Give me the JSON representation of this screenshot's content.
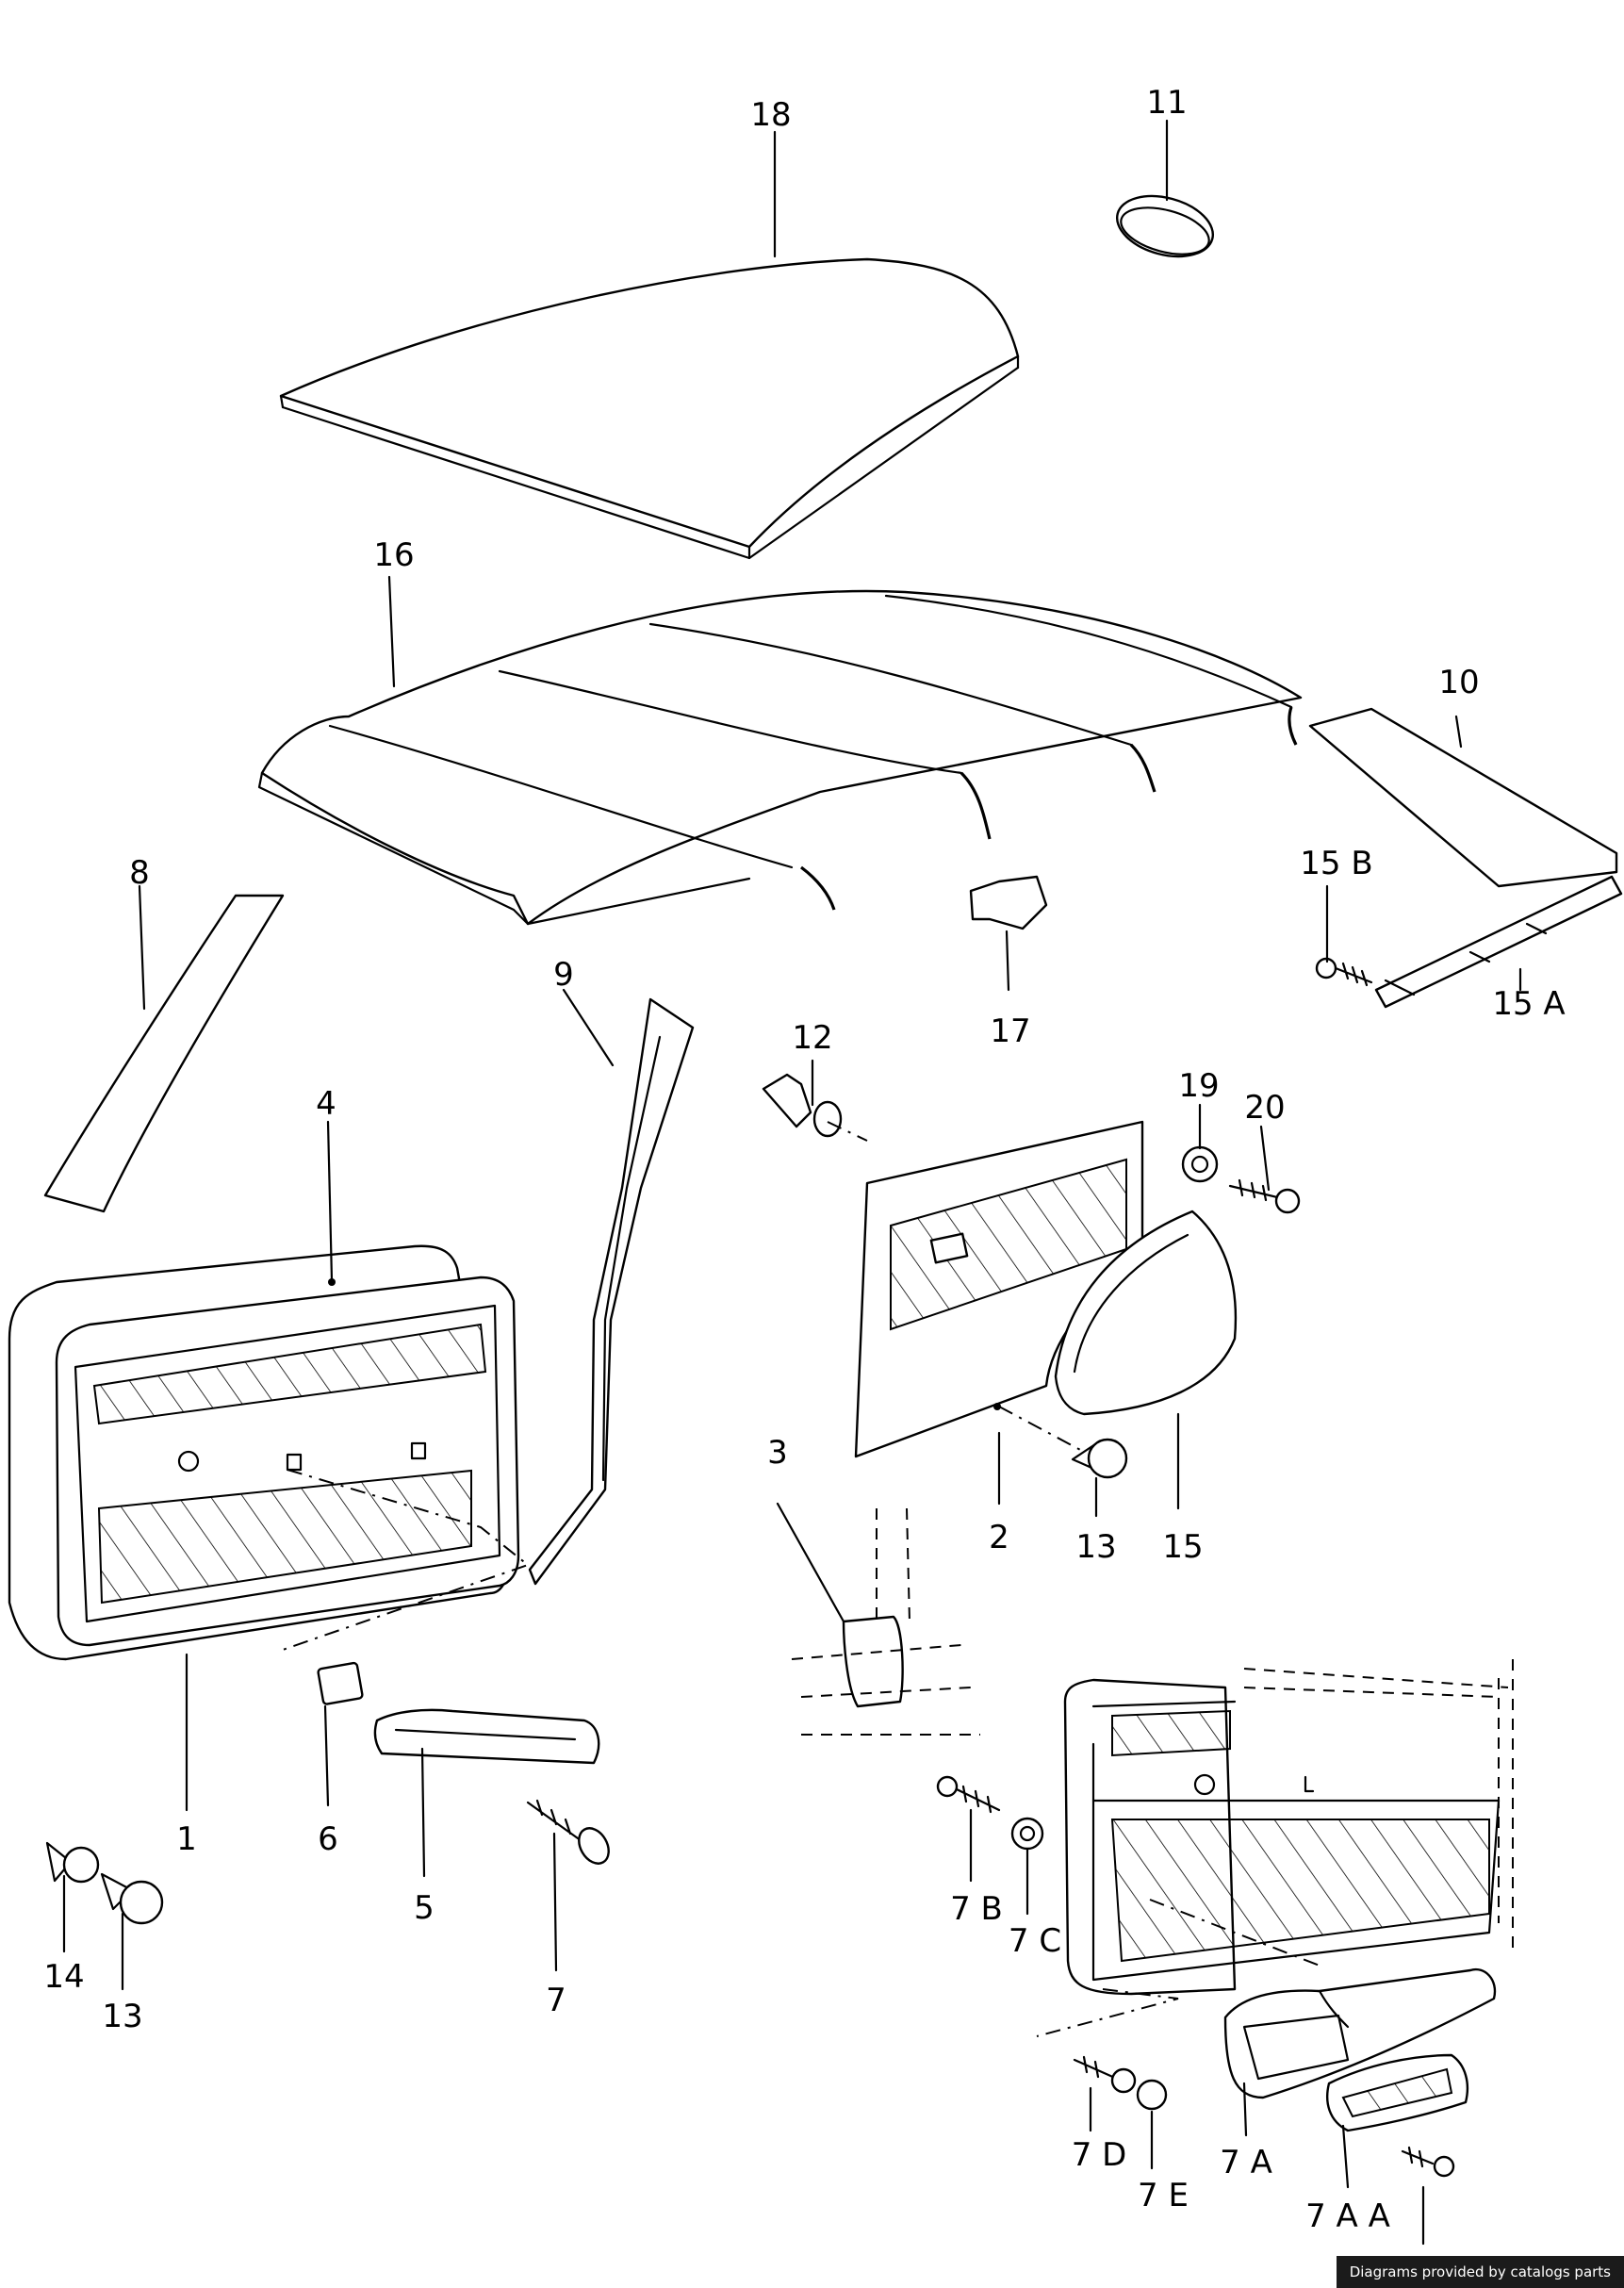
{
  "diagram": {
    "callouts": [
      {
        "id": "18",
        "label": "18"
      },
      {
        "id": "11",
        "label": "11"
      },
      {
        "id": "16",
        "label": "16"
      },
      {
        "id": "10",
        "label": "10"
      },
      {
        "id": "8",
        "label": "8"
      },
      {
        "id": "15B",
        "label": "15 B"
      },
      {
        "id": "15A",
        "label": "15 A"
      },
      {
        "id": "17",
        "label": "17"
      },
      {
        "id": "9",
        "label": "9"
      },
      {
        "id": "12",
        "label": "12"
      },
      {
        "id": "19",
        "label": "19"
      },
      {
        "id": "20",
        "label": "20"
      },
      {
        "id": "4",
        "label": "4"
      },
      {
        "id": "3",
        "label": "3"
      },
      {
        "id": "2",
        "label": "2"
      },
      {
        "id": "13a",
        "label": "13"
      },
      {
        "id": "15",
        "label": "15"
      },
      {
        "id": "1",
        "label": "1"
      },
      {
        "id": "6",
        "label": "6"
      },
      {
        "id": "5",
        "label": "5"
      },
      {
        "id": "7",
        "label": "7"
      },
      {
        "id": "14",
        "label": "14"
      },
      {
        "id": "13b",
        "label": "13"
      },
      {
        "id": "7B",
        "label": "7 B"
      },
      {
        "id": "7C",
        "label": "7 C"
      },
      {
        "id": "7D",
        "label": "7 D"
      },
      {
        "id": "7E",
        "label": "7 E"
      },
      {
        "id": "7A",
        "label": "7 A"
      },
      {
        "id": "7AA",
        "label": "7 A A"
      }
    ]
  },
  "credit": "Diagrams provided by catalogs parts"
}
